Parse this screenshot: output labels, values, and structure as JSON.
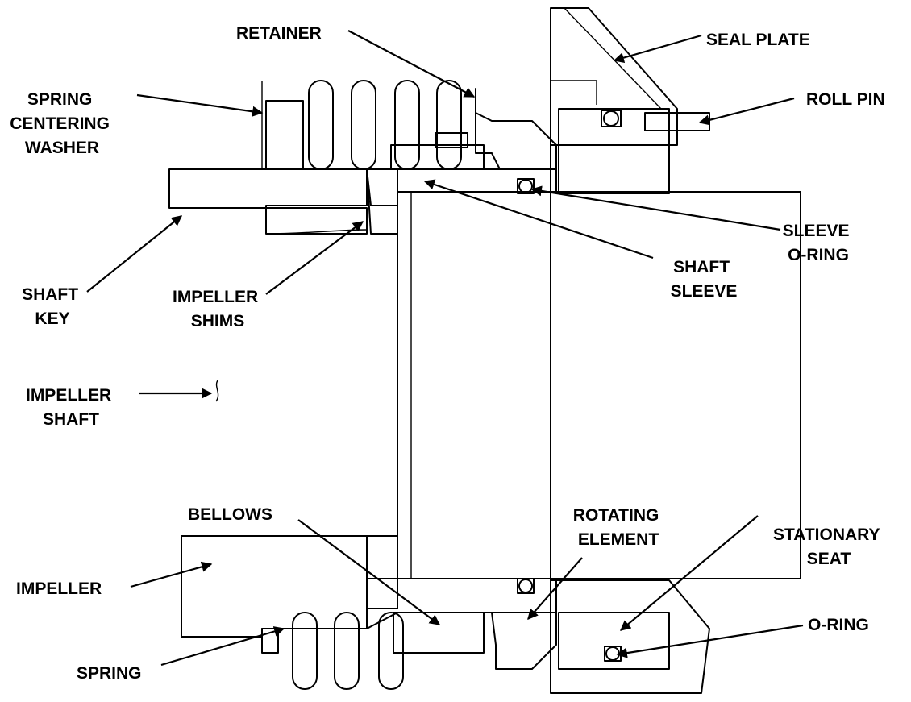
{
  "labels": {
    "retainer": "RETAINER",
    "seal_plate": "SEAL PLATE",
    "spring_centering_washer": [
      "SPRING",
      "CENTERING",
      "WASHER"
    ],
    "roll_pin": "ROLL PIN",
    "sleeve_o_ring": [
      "SLEEVE",
      "O-RING"
    ],
    "shaft_sleeve": [
      "SHAFT",
      "SLEEVE"
    ],
    "shaft_key": [
      "SHAFT",
      "KEY"
    ],
    "impeller_shims": [
      "IMPELLER",
      "SHIMS"
    ],
    "impeller_shaft": [
      "IMPELLER",
      "SHAFT"
    ],
    "bellows": "BELLOWS",
    "rotating_element": [
      "ROTATING",
      "ELEMENT"
    ],
    "stationary_seat": [
      "STATIONARY",
      "SEAT"
    ],
    "impeller": "IMPELLER",
    "o_ring": "O-RING",
    "spring": "SPRING"
  }
}
